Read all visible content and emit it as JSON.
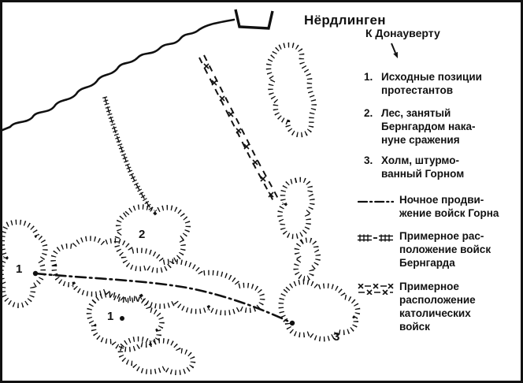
{
  "map": {
    "title": "Нёрдлинген",
    "labels": {
      "pos1_west": "1",
      "pos1_south": "1",
      "forest": "2",
      "hill": "3"
    }
  },
  "legend": {
    "direction_label": "К Донауверту",
    "items": [
      {
        "num": "1.",
        "text": "Исходные позиции\nпротестантов"
      },
      {
        "num": "2.",
        "text": "Лес, занятый\nБернгардом нака-\nнуне сражения"
      },
      {
        "num": "3.",
        "text": "Холм, штурмо-\nванный Горном"
      }
    ],
    "line_keys": [
      {
        "name": "horn-night-advance",
        "text": "Ночное продви-\nжение войск Горна"
      },
      {
        "name": "bernhard-position",
        "text": "Примерное рас-\nположение войск\nБернгарда"
      },
      {
        "name": "catholic-position",
        "text": "Примерное\nрасположение\nкатолических\nвойск"
      }
    ]
  },
  "colors": {
    "ink": "#111111",
    "paper": "#ffffff"
  }
}
